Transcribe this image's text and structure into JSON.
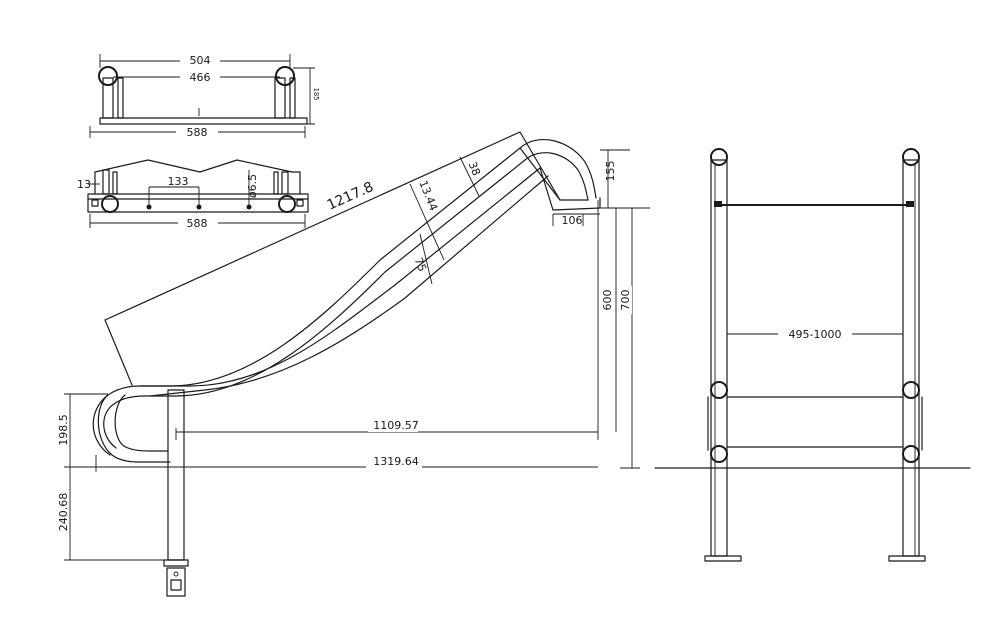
{
  "dimensions": {
    "top_outer_width": "504",
    "top_inner_width": "466",
    "top_height": "185",
    "top_base_width": "588",
    "bracket_edge": "13",
    "bracket_hole_spacing": "133",
    "bracket_hole_dia": "ø6.5",
    "bracket_width": "588",
    "slide_length": "1217.8",
    "slide_thickness": "13.44",
    "slide_tube": "38",
    "slide_width": "75",
    "top_curve_height": "155",
    "top_curve_offset": "106",
    "height_600": "600",
    "height_700": "700",
    "bottom_curve_height": "198.5",
    "leg_height": "240.68",
    "inner_span": "1109.57",
    "overall_span": "1319.64",
    "ladder_width": "495-1000"
  }
}
